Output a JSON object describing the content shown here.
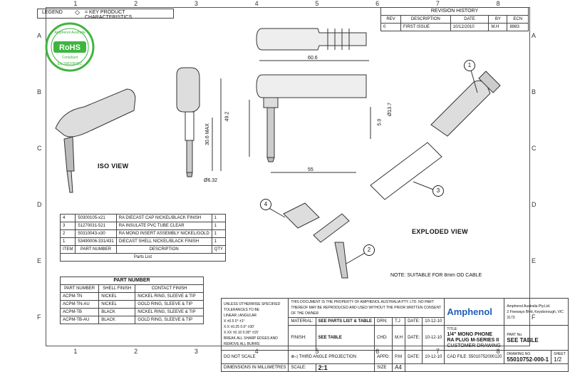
{
  "zones": {
    "columns": [
      "1",
      "2",
      "3",
      "4",
      "5",
      "6",
      "7",
      "8"
    ],
    "rows": [
      "A",
      "B",
      "C",
      "D",
      "E",
      "F"
    ]
  },
  "legend": {
    "title": "LEGEND",
    "text": "= KEY PRODUCT CHARACTERISTICS"
  },
  "rohs": {
    "top": "Amphenol Australia",
    "mid": "RoHS",
    "sub": "Compliant",
    "bottom": "EU 2002/95/EC"
  },
  "revision": {
    "title": "REVISION HISTORY",
    "headers": [
      "REV",
      "DESCRIPTION",
      "DATE",
      "BY",
      "ECN"
    ],
    "rows": [
      [
        "0",
        "FIRST ISSUE",
        "10/12/2010",
        "M.H",
        "8983"
      ]
    ]
  },
  "views": {
    "iso": "ISO VIEW",
    "exploded": "EXPLODED VIEW"
  },
  "dimensions": {
    "d1": "60.6",
    "d2": "55",
    "d3": "49.2",
    "d4": "30.6 MAX",
    "d5": "Ø6.32",
    "d6": "Ø13.7",
    "d7": "5.0"
  },
  "note": "NOTE: SUITABLE FOR 8mm OD CABLE",
  "bubbles": [
    "1",
    "2",
    "3",
    "4"
  ],
  "parts": {
    "rows": [
      [
        "4",
        "50300105-x21",
        "RA DIECAST CAP NICKEL/BLACK FINISH",
        "1"
      ],
      [
        "3",
        "51270031-521",
        "RA INSULATE PVC TUBE CLEAR",
        "1"
      ],
      [
        "2",
        "50310043-x30",
        "RA MONO INSERT ASSEMBLY NICKEL/GOLD",
        "1"
      ],
      [
        "1",
        "53490006-331/431",
        "DIECAST SHELL NICKEL/BLACK FINISH",
        "1"
      ]
    ],
    "headers": [
      "ITEM",
      "PART NUMBER",
      "DESCRIPTION",
      "QTY"
    ],
    "caption": "Parts List"
  },
  "part_number": {
    "title": "PART NUMBER",
    "headers": [
      "PART NUMBER",
      "SHELL FINISH",
      "CONTACT FINISH"
    ],
    "rows": [
      [
        "ACPM-TN",
        "NICKEL",
        "NICKEL RING, SLEEVE & TIP"
      ],
      [
        "ACPM-TN-AU",
        "NICKEL",
        "GOLD RING, SLEEVE & TIP"
      ],
      [
        "ACPM-TB",
        "BLACK",
        "NICKEL RING, SLEEVE & TIP"
      ],
      [
        "ACPM-TB-AU",
        "BLACK",
        "GOLD RING, SLEEVE & TIP"
      ]
    ]
  },
  "title_block": {
    "tolerance": "UNLESS OTHERWISE SPECIFIED TOLERANCES TO BE",
    "linear": "LINEAR",
    "angular": "ANGULAR",
    "tol_rows": [
      "X ±0.5   0° ±1°",
      "X.X ±0.25   0.0° ±30'",
      "X.XX ±0.10   0.00° ±15'"
    ],
    "break_edges": "BREAK ALL SHARP EDGES AND REMOVE ALL BURRS",
    "do_not_scale": "DO NOT SCALE",
    "dims_in": "DIMENSIONS IN MILLIMETRES",
    "third_angle": "THIRD ANGLE PROJECTION",
    "property": "THIS DOCUMENT IS THE PROPERTY OF AMPHENOL AUSTRALIA PTY. LTD. NO PART THEREOF MAY BE REPRODUCED AND USED WITHOUT THE PRIOR WRITTEN CONSENT OF THE OWNER",
    "material_label": "MATERIAL:",
    "material": "SEE PARTS LIST & TABLE",
    "finish_label": "FINISH:",
    "finish": "SEE TABLE",
    "drn_label": "DRN:",
    "drn": "T.J",
    "chd_label": "CHD:",
    "chd": "M.H",
    "apd_label": "APPD:",
    "apd": "P.M",
    "date_label": "DATE:",
    "date1": "10-12-10",
    "date2": "10-12-10",
    "date3": "10-12-10",
    "scale_label": "SCALE:",
    "scale": "2:1",
    "size_label": "SIZE",
    "size": "A4",
    "cad_label": "CAD FILE:",
    "cad": "55010752000120",
    "company": "Amphenol",
    "company_full": "Amphenol Australia Pty.Ltd.",
    "address": "2 Fiveways Blvd, Keysborough, VIC 3173",
    "title_label": "TITLE:",
    "title1": "1/4\" MONO PHONE",
    "title2": "RA PLUG M-SERIES II",
    "title3": "CUSTOMER DRAWING",
    "partno_label": "PART No.",
    "partno": "SEE TABLE",
    "drawing_label": "DRAWING NO.",
    "drawing_no": "55010752-000-1",
    "sheet_label": "SHEET",
    "sheet": "1/2"
  },
  "colors": {
    "rohs_green": "#3fb53f",
    "brand_blue": "#1f5fb8",
    "line": "#333333"
  }
}
